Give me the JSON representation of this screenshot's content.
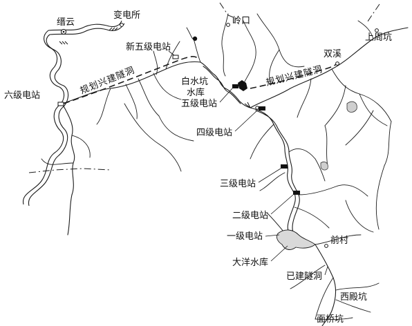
{
  "labels": {
    "jinyun": "缙云",
    "substation": "变电所",
    "lingkou": "岭口",
    "shangzhoukeng": "上周坑",
    "shuangxi": "双溪",
    "xin_wuji": "新五级电站",
    "liuji": "六级电站",
    "planned_tunnel_west": "规划兴建隧洞",
    "planned_tunnel_east": "规划兴建隧洞",
    "baishuikeng_1": "白水坑",
    "baishuikeng_2": "水库",
    "wuji": "五级电站",
    "siji": "四级电站",
    "sanji": "三级电站",
    "erji": "二级电站",
    "yiji": "一级电站",
    "qiancun": "前村",
    "dayang": "大洋水库",
    "built_tunnel": "已建隧洞",
    "xidiankeng": "西殿坑",
    "mianqiaokeng": "面桥坑"
  },
  "colors": {
    "ink": "#1a1a1a",
    "reservoir_fill": "#d9d9d9"
  }
}
